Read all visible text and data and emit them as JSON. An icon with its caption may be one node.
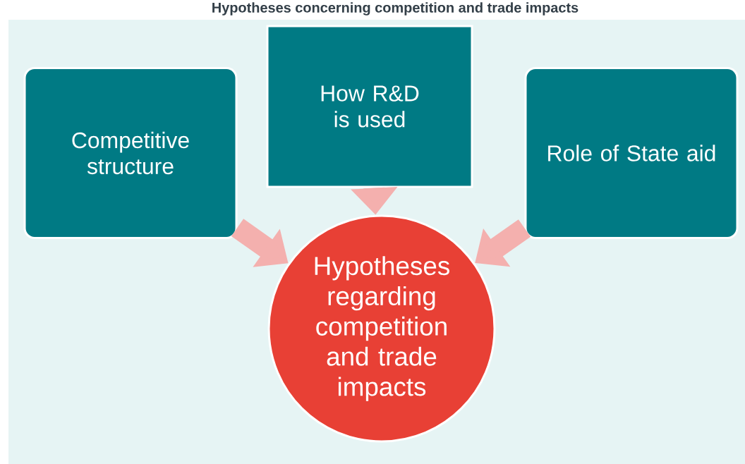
{
  "diagram": {
    "title": "Hypotheses concerning competition and trade impacts",
    "nodes": [
      {
        "text": [
          "Competitive structure"
        ]
      },
      {
        "text": [
          "How R&D is used"
        ]
      },
      {
        "text": [
          "Role of State aid"
        ]
      },
      {
        "text": [
          "Hypotheses regarding competition and trade impacts"
        ]
      }
    ],
    "edges": [
      {
        "from": 0,
        "to": 3,
        "arrow": "to"
      },
      {
        "from": 1,
        "to": 3,
        "arrow": "to"
      },
      {
        "from": 2,
        "to": 3,
        "arrow": "to"
      }
    ]
  }
}
